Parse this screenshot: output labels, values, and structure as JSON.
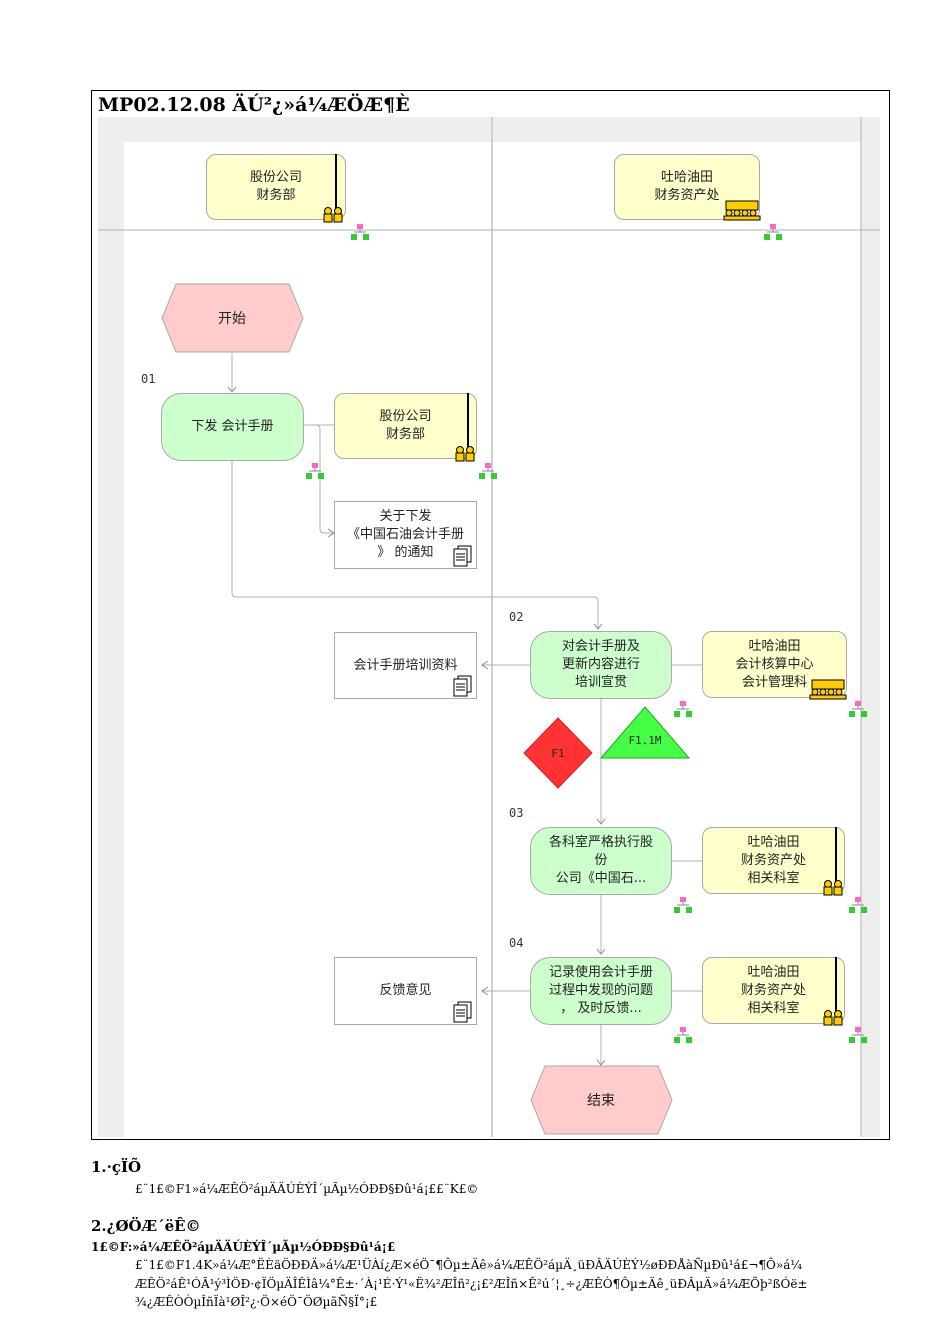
{
  "title": "MP02.12.08 ÄÚ²¿»á¼ÆÖÆ¶È",
  "lanes": [
    {
      "label": "股份公司\n财务部"
    },
    {
      "label": "吐哈油田\n财务资产处"
    }
  ],
  "nodes": {
    "start": "开始",
    "end": "结束",
    "f01": "下发  会计手册",
    "org01": "股份公司\n财务部",
    "doc01": "关于下发\n《中国石油会计手册\n》 的通知",
    "f02": "对会计手册及\n更新内容进行\n培训宣贯",
    "doc02": "会计手册培训资料",
    "org02": "吐哈油田\n会计核算中心\n会计管理科",
    "risk": "F1",
    "control": "F1.1M",
    "f03": "各科室严格执行股\n份\n公司《中国石...",
    "org03": "吐哈油田\n财务资产处\n相关科室",
    "f04": "记录使用会计手册\n过程中发现的问题\n，  及时反馈...",
    "doc04": "反馈意见",
    "org04": "吐哈油田\n财务资产处\n相关科室"
  },
  "step_numbers": [
    "01",
    "02",
    "03",
    "04"
  ],
  "sections": [
    {
      "heading": "1.·çÏÕ",
      "lines": [
        "£¨1£©F1»á¼ÆÊÖ²áµÄÄÚÈÝÎ´µÃµ½ÓÐÐ§Ðû¹á¡££¨K£©"
      ]
    },
    {
      "heading": "2.¿ØÖÆ´ëÊ©",
      "subheading": "1£©F:»á¼ÆÊÖ²áµÄÄÚÈÝÎ´µÃµ½ÓÐÐ§Ðû¹á¡£",
      "lines": [
        "£¨1£©F1.4K»á¼Æ°ËÈäÖÐÐÄ»á¼Æ¹ÜÀí¿Æ×éÖ¯¶Ôµ±Äê»á¼ÆÊÖ²áµÄ¸üÐÂÄÚÈÝ½øÐÐÅàÑµÐû¹á£¬¶Ô»á¼",
        "ÆÊÖ²áÊ¹ÓÃ¹ý³ÌÖÐ·¢ÏÖµÄÎÊÌâ¼°Ê±·´À¡¹É·Ý¹«Ë¾²ÆÎñ²¿¡£²ÆÎñ×Ê²ú´¦¸÷¿ÆÊÒ¶Ôµ±Äê¸üÐÂµÄ»á¼ÆÕþ²ßÓë±",
        "¾¿ÆÊÒÒµÎñÏà¹ØÎ²¿·Ö×éÖ¯ÖØµãÑ§Ï°¡£"
      ]
    }
  ],
  "colors": {
    "org": "#ffffcc",
    "function": "#ccffcc",
    "event": "#ffcccc",
    "risk": "#ff3333",
    "control": "#44ff44"
  }
}
